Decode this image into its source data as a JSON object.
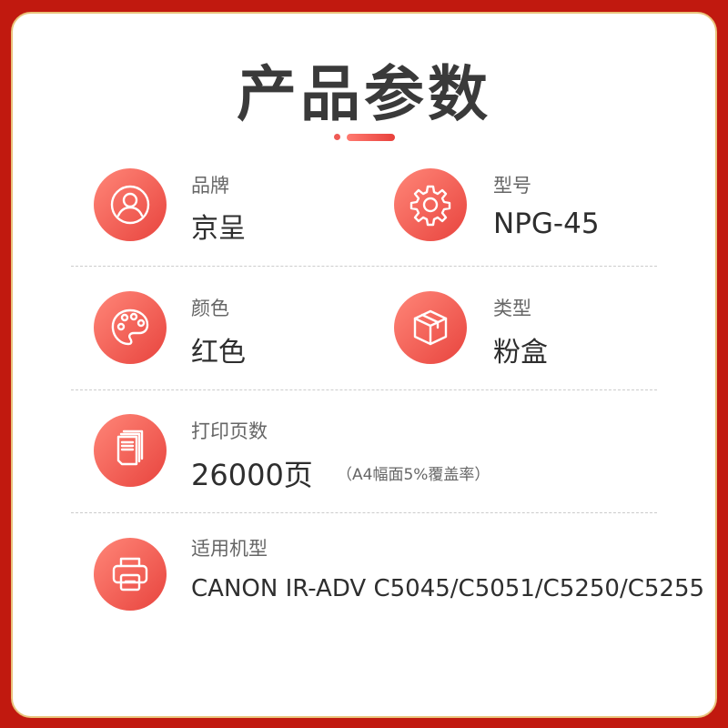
{
  "title": "产品参数",
  "params": [
    {
      "label": "品牌",
      "value": "京呈",
      "icon": "user-icon"
    },
    {
      "label": "型号",
      "value": "NPG-45",
      "icon": "gear-icon"
    },
    {
      "label": "颜色",
      "value": "红色",
      "icon": "palette-icon"
    },
    {
      "label": "类型",
      "value": "粉盒",
      "icon": "box-icon"
    },
    {
      "label": "打印页数",
      "value": "26000页",
      "note": "（A4幅面5%覆盖率）",
      "icon": "pages-icon"
    },
    {
      "label": "适用机型",
      "value": "CANON IR-ADV C5045/C5051/C5250/C5255",
      "icon": "printer-icon"
    }
  ],
  "colors": {
    "frame": "#c1190f",
    "accent": "#ef5a55"
  }
}
